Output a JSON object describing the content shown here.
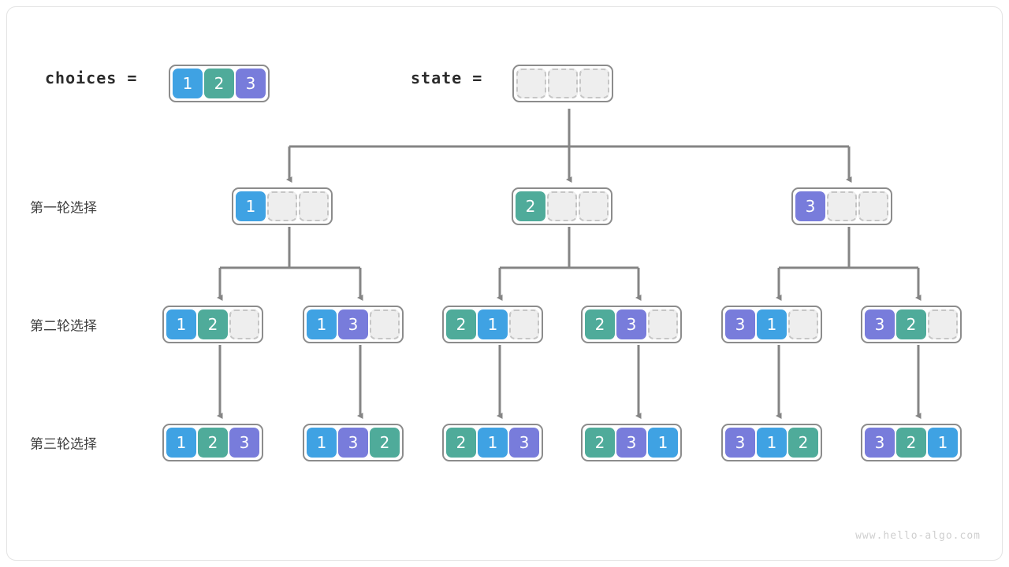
{
  "meta": {
    "watermark": "www.hello-algo.com",
    "colors": {
      "value_1": "#3fa2e3",
      "value_2": "#4fab9a",
      "value_3": "#787cdb",
      "empty_fill": "#eeeeee",
      "empty_border": "#c6c6c6",
      "array_border": "#8c8c8c",
      "wire": "#858585",
      "frame": "#e3e3e3",
      "text": "#2b2b2b"
    }
  },
  "header": {
    "choices_label": "choices =",
    "choices_values": [
      "1",
      "2",
      "3"
    ],
    "state_label": "state =",
    "state_values": [
      "",
      "",
      ""
    ]
  },
  "rows": [
    {
      "label": "第一轮选择",
      "arrays": [
        {
          "cells": [
            "1",
            "",
            ""
          ]
        },
        {
          "cells": [
            "2",
            "",
            ""
          ]
        },
        {
          "cells": [
            "3",
            "",
            ""
          ]
        }
      ]
    },
    {
      "label": "第二轮选择",
      "arrays": [
        {
          "cells": [
            "1",
            "2",
            ""
          ]
        },
        {
          "cells": [
            "1",
            "3",
            ""
          ]
        },
        {
          "cells": [
            "2",
            "1",
            ""
          ]
        },
        {
          "cells": [
            "2",
            "3",
            ""
          ]
        },
        {
          "cells": [
            "3",
            "1",
            ""
          ]
        },
        {
          "cells": [
            "3",
            "2",
            ""
          ]
        }
      ]
    },
    {
      "label": "第三轮选择",
      "arrays": [
        {
          "cells": [
            "1",
            "2",
            "3"
          ]
        },
        {
          "cells": [
            "1",
            "3",
            "2"
          ]
        },
        {
          "cells": [
            "2",
            "1",
            "3"
          ]
        },
        {
          "cells": [
            "2",
            "3",
            "1"
          ]
        },
        {
          "cells": [
            "3",
            "1",
            "2"
          ]
        },
        {
          "cells": [
            "3",
            "2",
            "1"
          ]
        }
      ]
    }
  ]
}
